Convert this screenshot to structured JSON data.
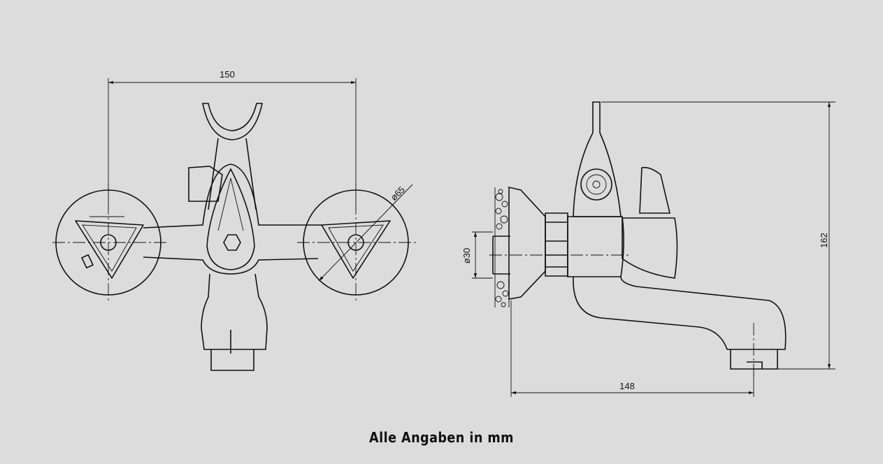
{
  "front_view": {
    "width_dim": "150",
    "handle_diameter_dim": "ø65"
  },
  "side_view": {
    "height_dim": "162",
    "projection_dim": "148",
    "pipe_diameter_dim": "ø30"
  },
  "caption": "Alle Angaben in mm"
}
